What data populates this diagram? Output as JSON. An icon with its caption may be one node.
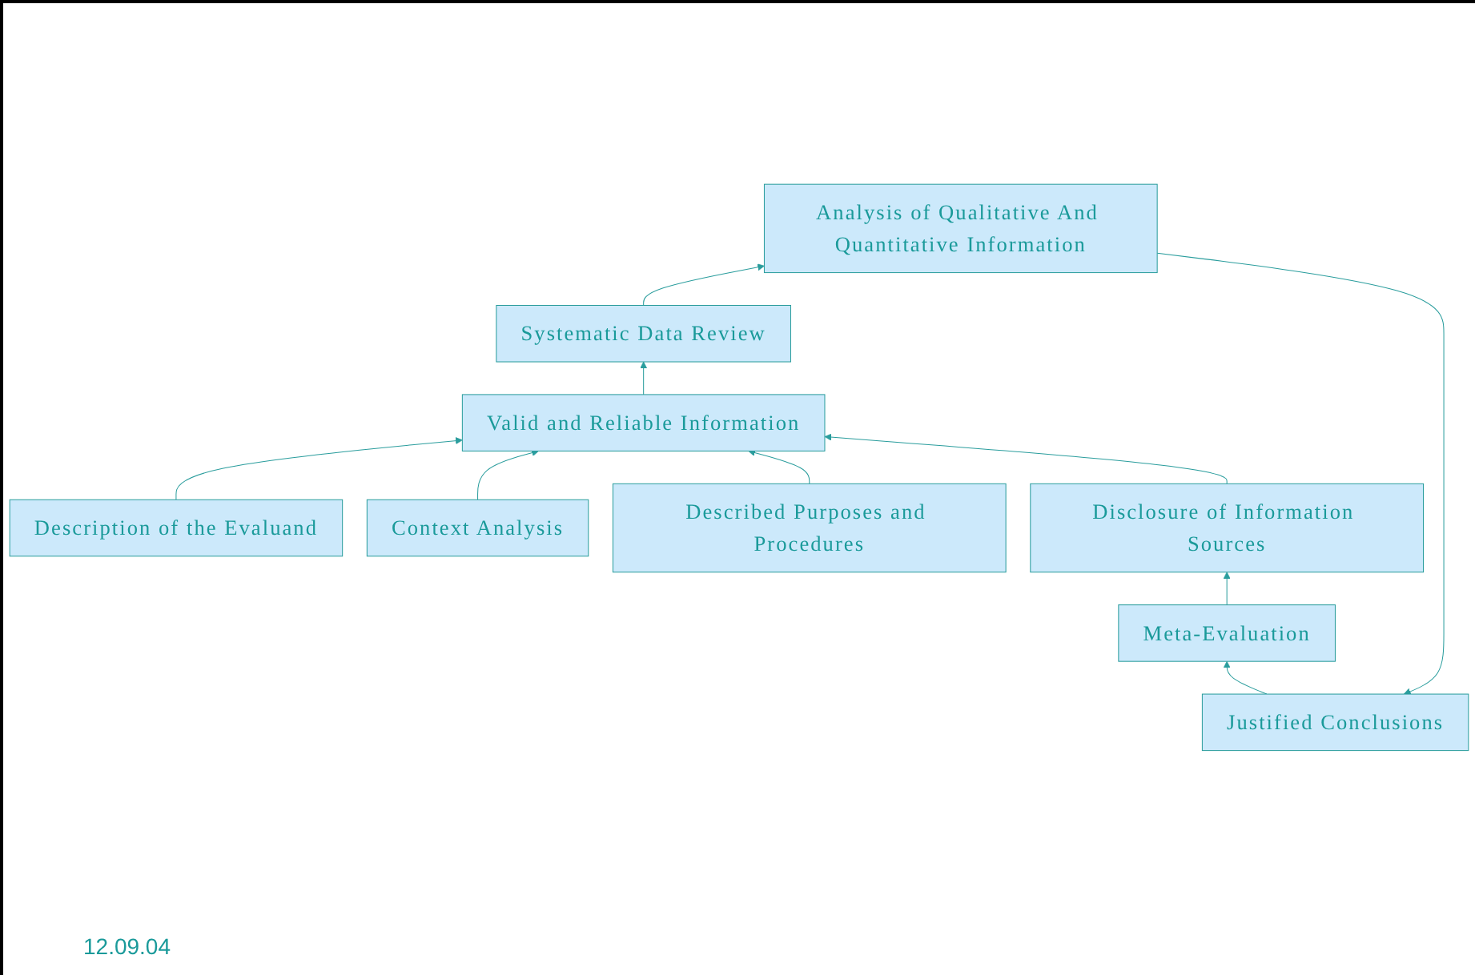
{
  "diagram": {
    "nodes": [
      {
        "text": [
          "Justified Conclusions"
        ]
      },
      {
        "text": [
          "Analysis of Qualitative And Quantitative Information"
        ]
      },
      {
        "text": [
          "Systematic Data Review"
        ]
      },
      {
        "text": [
          "Valid and Reliable Information"
        ]
      },
      {
        "text": [
          "Meta-Evaluation"
        ]
      },
      {
        "text": [
          "Description of the Evaluand"
        ]
      },
      {
        "text": [
          "Context Analysis"
        ]
      },
      {
        "text": [
          "Described Purposes and Procedures"
        ]
      },
      {
        "text": [
          "Disclosure of Information Sources"
        ]
      }
    ],
    "edges": [
      {
        "from": 5,
        "to": 3,
        "arrow": "to"
      },
      {
        "from": 6,
        "to": 3,
        "arrow": "to"
      },
      {
        "from": 7,
        "to": 3,
        "arrow": "to"
      },
      {
        "from": 8,
        "to": 3,
        "arrow": "to"
      },
      {
        "from": 3,
        "to": 2,
        "arrow": "to"
      },
      {
        "from": 2,
        "to": 1,
        "arrow": "to"
      },
      {
        "from": 1,
        "to": 0,
        "arrow": "to"
      },
      {
        "from": 0,
        "to": 4,
        "arrow": "to"
      },
      {
        "from": 4,
        "to": 8,
        "arrow": "to"
      }
    ],
    "labels": [
      "12.09.04"
    ]
  }
}
